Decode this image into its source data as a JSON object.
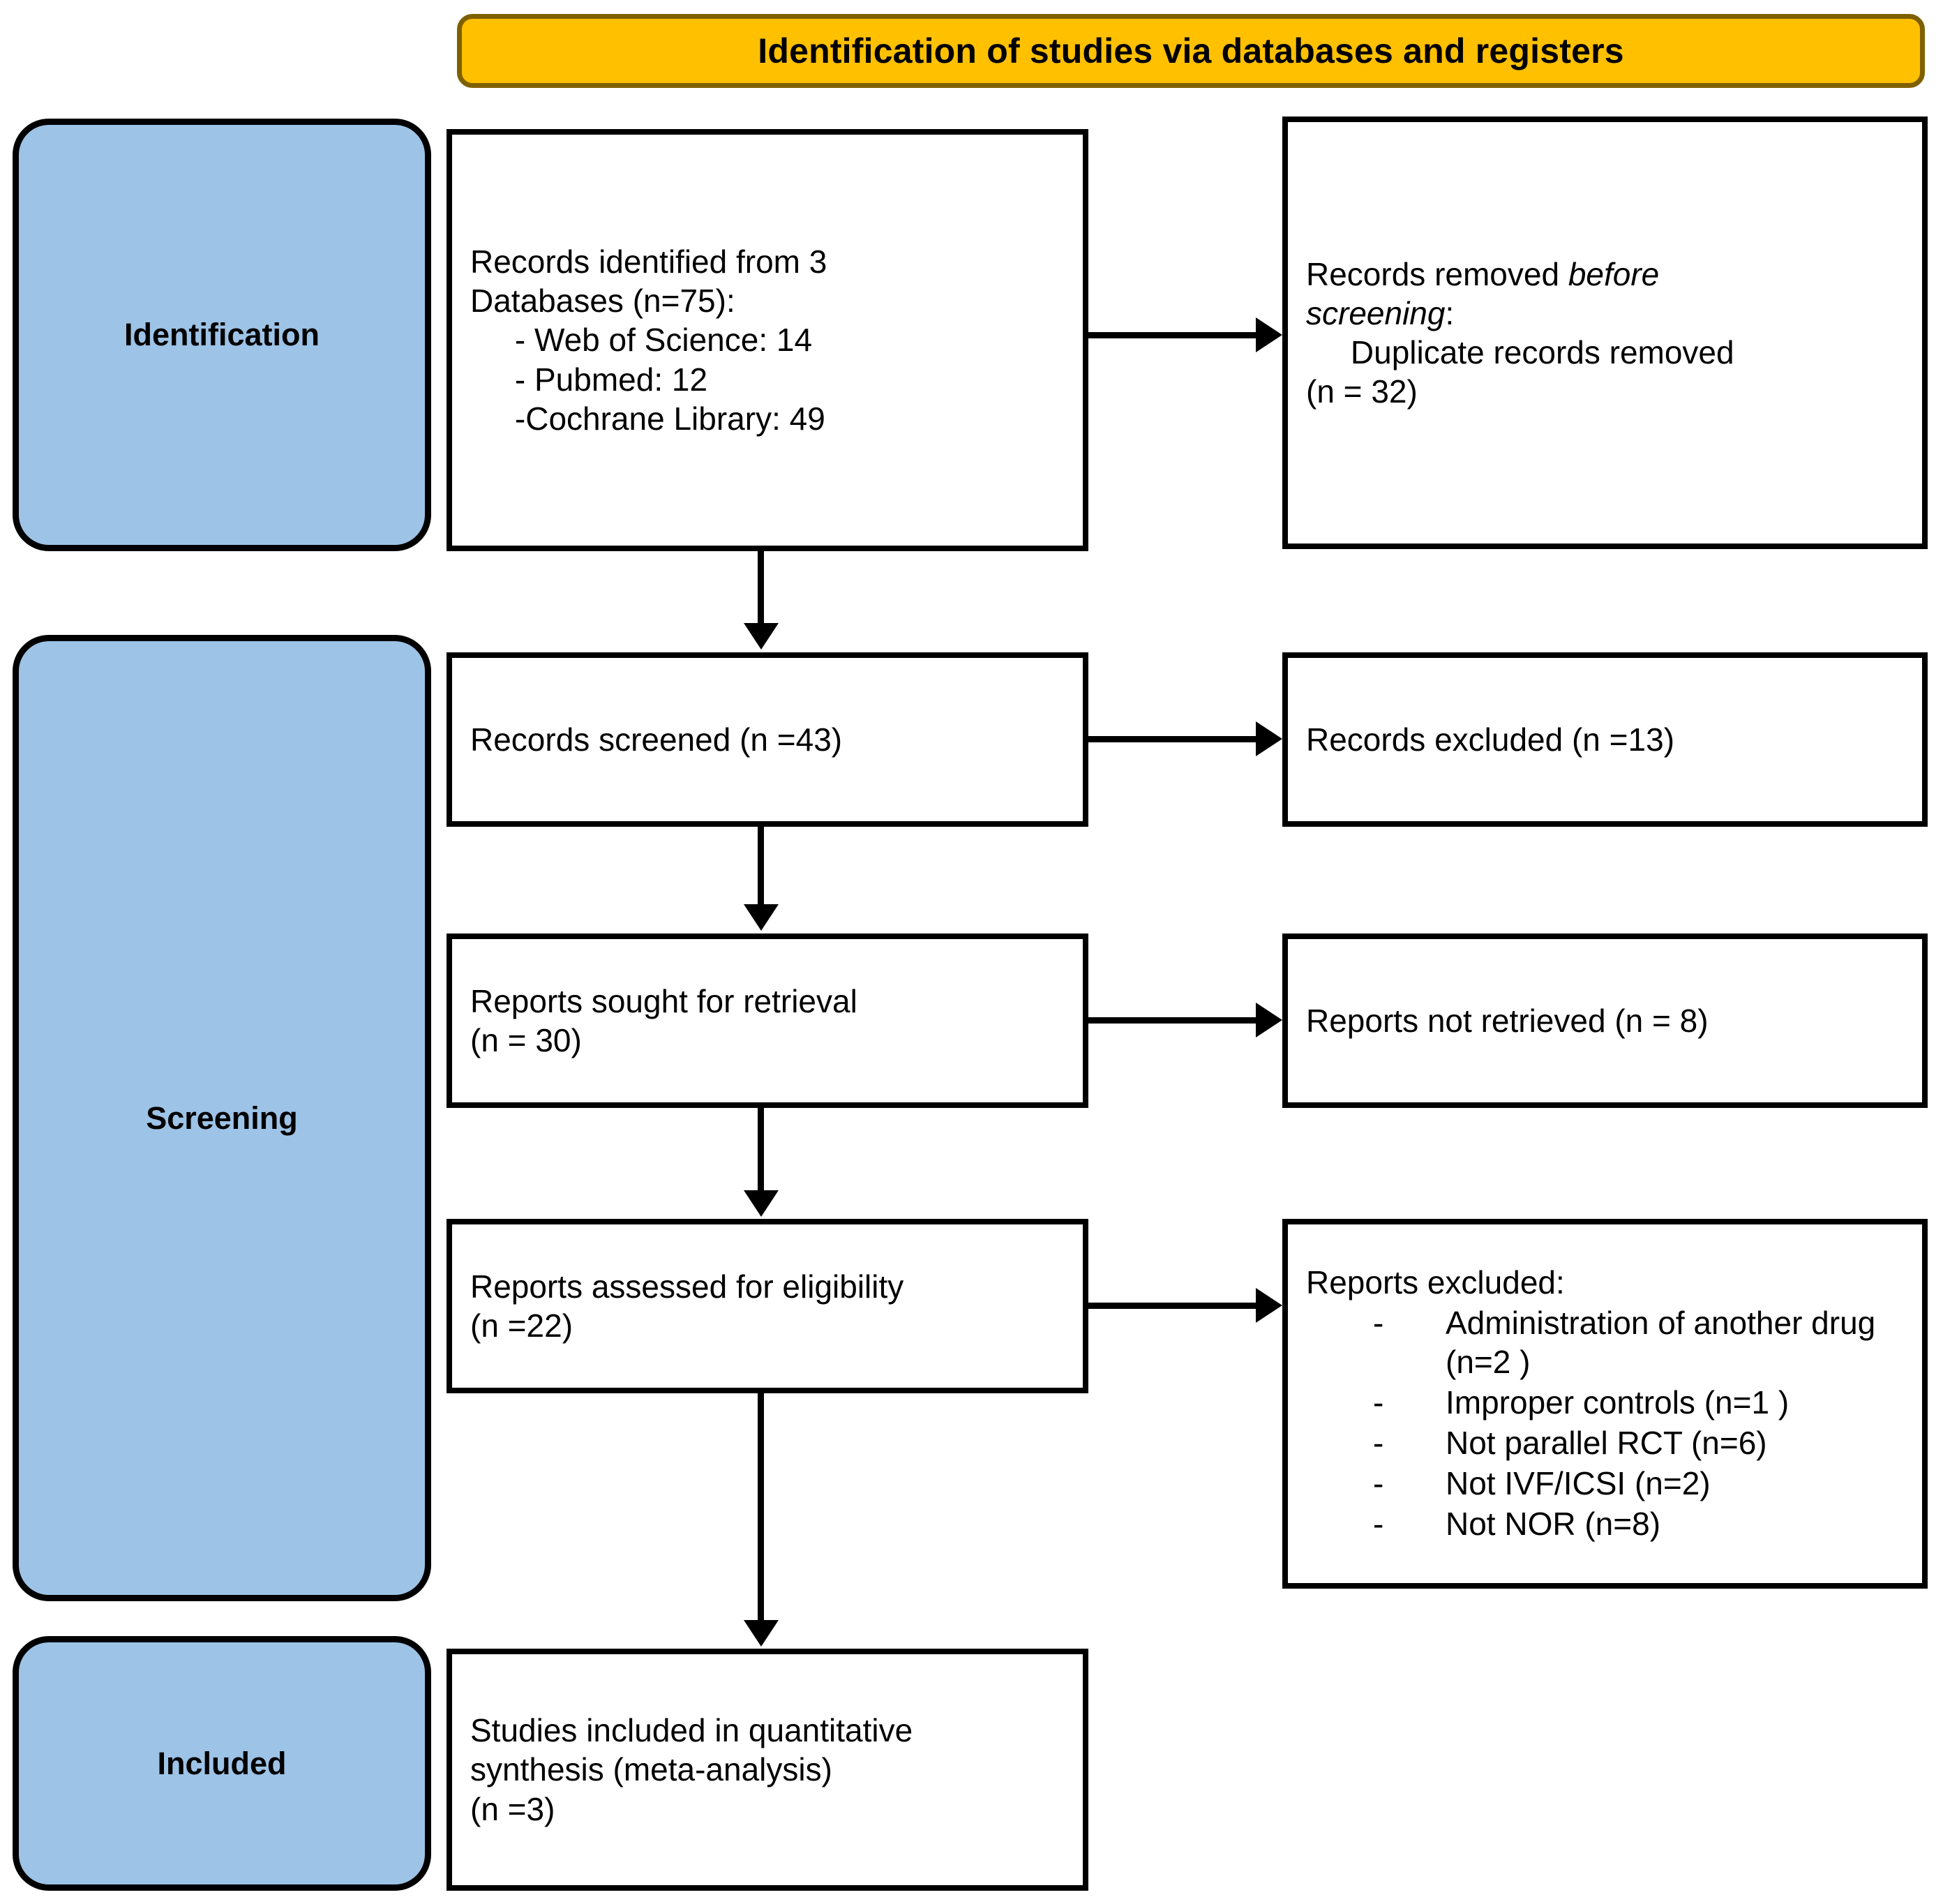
{
  "banner": {
    "title": "Identification of studies via databases and registers"
  },
  "stages": [
    {
      "id": "identification",
      "label": "Identification"
    },
    {
      "id": "screening",
      "label": "Screening"
    },
    {
      "id": "included",
      "label": "Included"
    }
  ],
  "boxes": {
    "identified": {
      "text": "Records identified from 3\nDatabases (n=75):\n     - Web of Science: 14\n     - Pubmed: 12\n     -Cochrane Library: 49"
    },
    "removed": {
      "line1_prefix": "Records removed ",
      "line1_italic": "before",
      "line2_italic": "screening",
      "line2_suffix": ":",
      "line3": "     Duplicate records removed",
      "line4": "(n = 32)"
    },
    "screened": {
      "text": "Records screened (n =43)"
    },
    "excluded": {
      "text": "Records excluded (n =13)"
    },
    "sought": {
      "text": "Reports sought for retrieval\n(n = 30)"
    },
    "notretrieved": {
      "text": "Reports not retrieved (n = 8)"
    },
    "assessed": {
      "text": "Reports assessed for eligibility\n(n =22)"
    },
    "reports_excluded": {
      "title": "Reports excluded:",
      "dash": "-",
      "items": [
        "Administration of another drug  (n=2 )",
        "Improper controls (n=1 )",
        "Not parallel RCT (n=6)",
        "Not IVF/ICSI (n=2)",
        "Not NOR (n=8)"
      ]
    },
    "studies": {
      "text": "Studies included in quantitative\nsynthesis (meta-analysis)\n(n =3)"
    }
  },
  "colors": {
    "banner_fill": "#FFC000",
    "banner_border": "#7F6000",
    "stage_fill": "#9DC3E6",
    "box_border": "#000000",
    "background": "#FFFFFF"
  }
}
